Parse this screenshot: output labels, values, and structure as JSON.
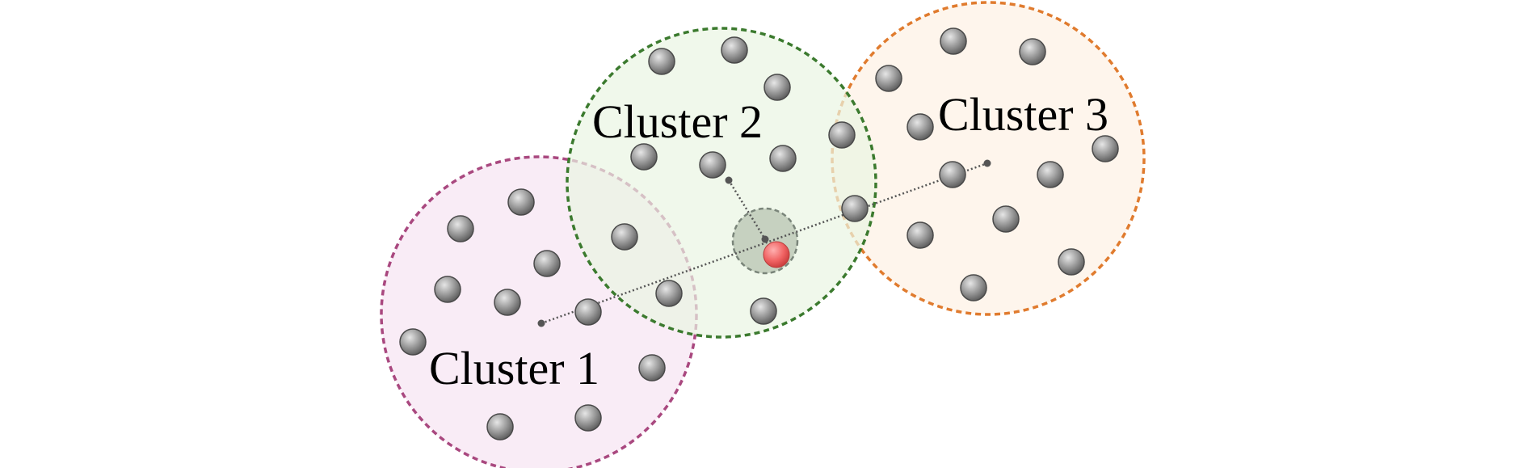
{
  "clusters": [
    {
      "label": "Cluster 1",
      "fill": "#f7e6f3",
      "stroke": "#a9487f"
    },
    {
      "label": "Cluster 2",
      "fill": "#eaf5e2",
      "stroke": "#3b7a2e"
    },
    {
      "label": "Cluster 3",
      "fill": "#fdf1e6",
      "stroke": "#e07b2e"
    }
  ],
  "colors": {
    "point_fill": "#9a9a9a",
    "point_stroke": "#4a4a4a",
    "query_point": "#f06262",
    "neighborhood_fill": "#b8c4b2",
    "neighborhood_stroke": "#7a857a",
    "distance_line": "#555555"
  }
}
